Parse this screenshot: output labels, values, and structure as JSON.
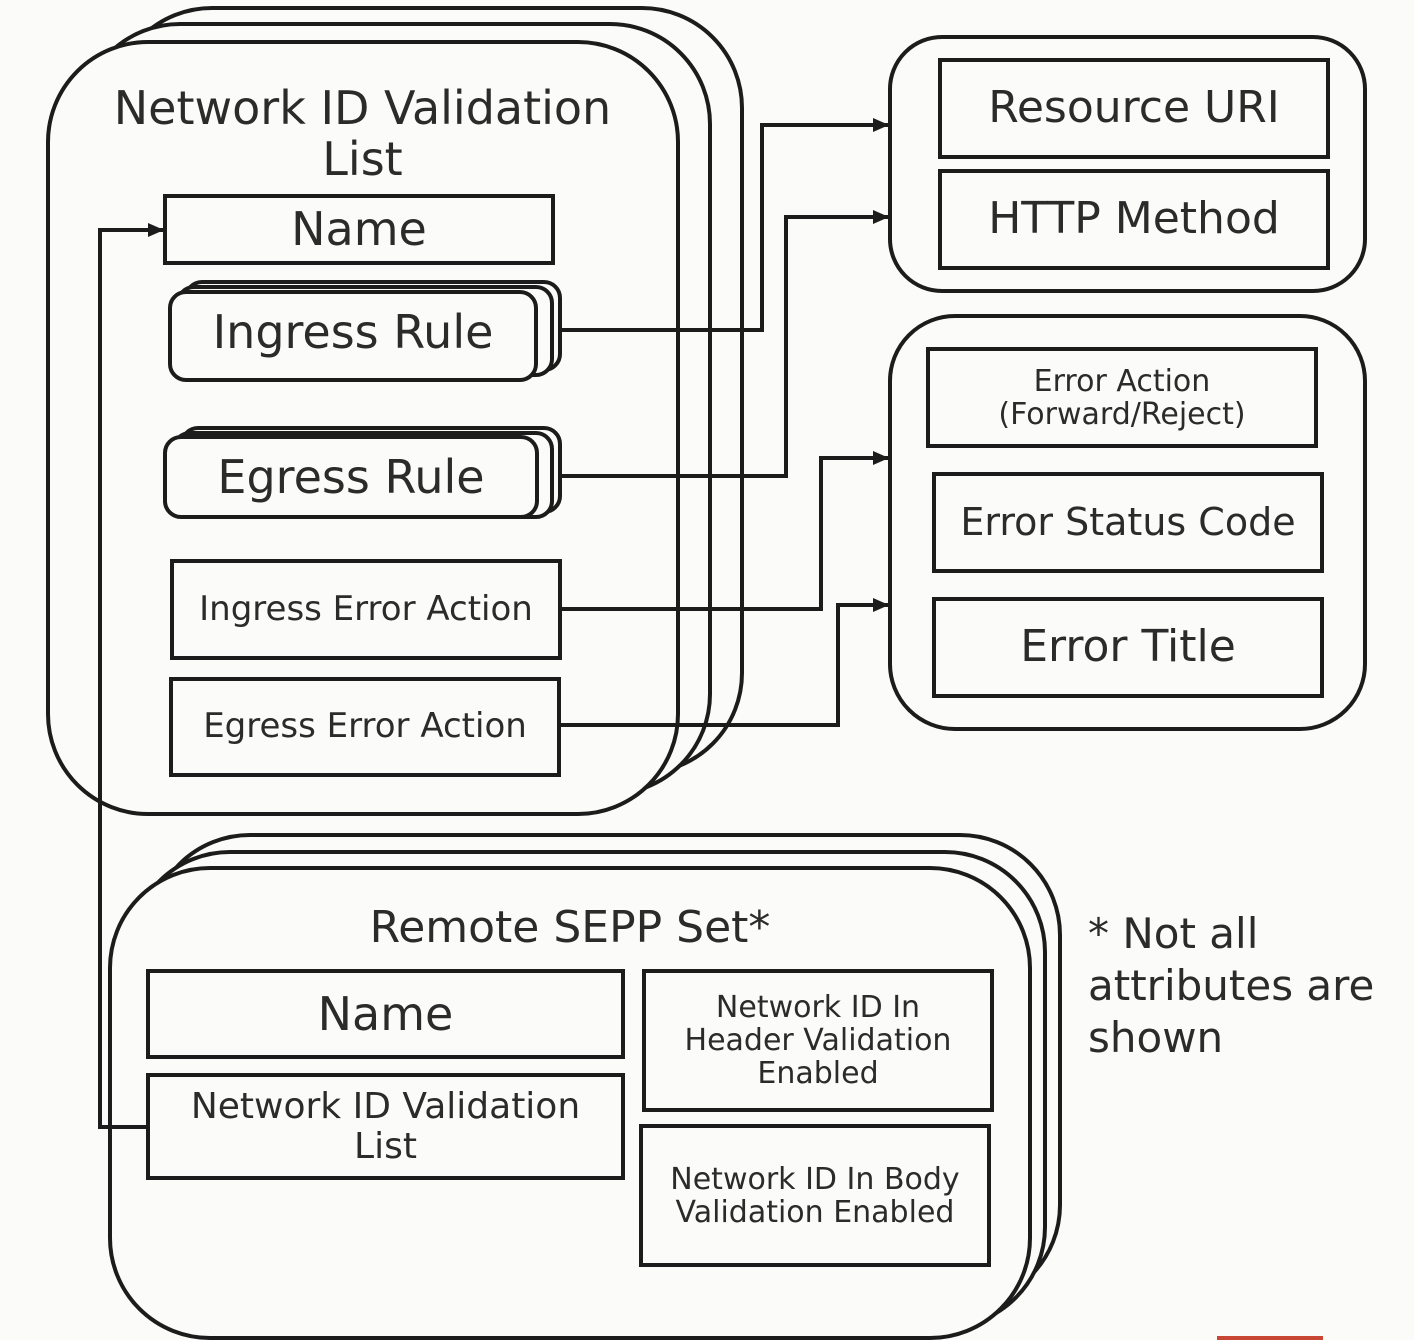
{
  "network_id_validation_list": {
    "title": "Network ID Validation\nList",
    "name": "Name",
    "ingress_rule": "Ingress Rule",
    "egress_rule": "Egress Rule",
    "ingress_error_action": "Ingress Error Action",
    "egress_error_action": "Egress Error Action"
  },
  "rule_group": {
    "resource_uri": "Resource URI",
    "http_method": "HTTP Method"
  },
  "error_group": {
    "error_action": "Error Action\n(Forward/Reject)",
    "error_status_code": "Error Status Code",
    "error_title": "Error Title"
  },
  "remote_sepp_set": {
    "title": "Remote SEPP Set*",
    "name": "Name",
    "network_id_validation_list": "Network ID Validation\nList",
    "header_validation": "Network ID In\nHeader Validation\nEnabled",
    "body_validation": "Network ID In Body\nValidation Enabled"
  },
  "footnote": "* Not all\nattributes are\nshown",
  "colors": {
    "stroke": "#1c1c1c",
    "text": "#2b2b2b",
    "background": "#fbfbf9",
    "accent": "#c74634"
  }
}
